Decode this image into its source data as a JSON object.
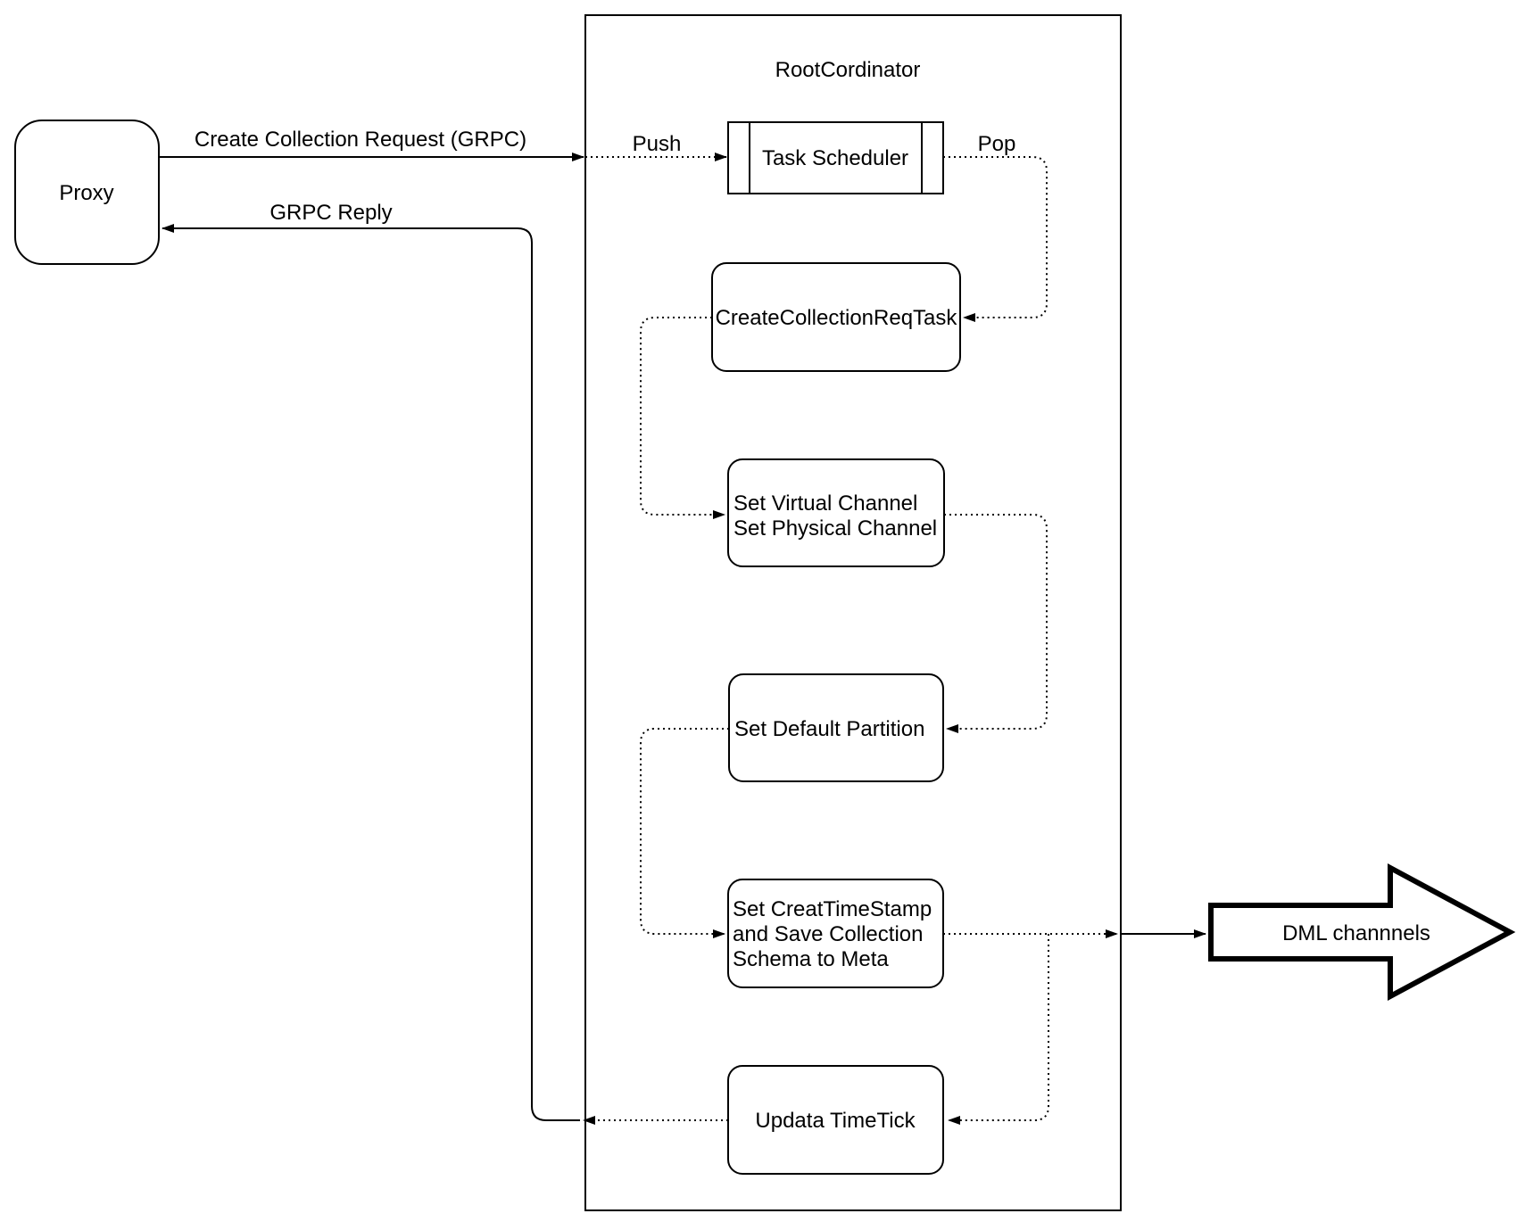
{
  "diagram": {
    "proxy": {
      "label": "Proxy"
    },
    "root_coordinator": {
      "title": "RootCordinator"
    },
    "task_scheduler": {
      "label": "Task Scheduler"
    },
    "create_collection_req_task": {
      "label": "CreateCollectionReqTask"
    },
    "set_channels": {
      "lines": [
        "Set Virtual Channel",
        "Set Physical Channel"
      ]
    },
    "set_default_partition": {
      "label": "Set Default Partition"
    },
    "set_timestamp": {
      "lines": [
        "Set CreatTimeStamp",
        "and Save Collection",
        "Schema to Meta"
      ]
    },
    "update_timetick": {
      "label": "Updata TimeTick"
    },
    "dml_channels": {
      "label": "DML channnels"
    },
    "edges": {
      "create_collection_request": "Create Collection Request (GRPC)",
      "grpc_reply": "GRPC Reply",
      "push": "Push",
      "pop": "Pop"
    },
    "colors": {
      "stroke": "#000000",
      "background": "#ffffff",
      "node_fill": "#ffffff"
    }
  }
}
